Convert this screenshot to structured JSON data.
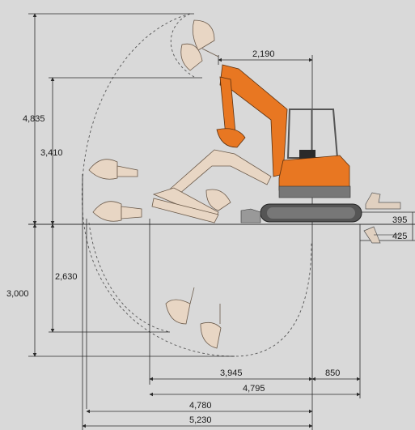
{
  "dimensions": {
    "max_reach_height": "4,835",
    "max_dump_height": "3,410",
    "max_digging_depth": "3,000",
    "vertical_wall_depth": "2,630",
    "boom_offset": "2,190",
    "blade_height": "395",
    "blade_depth": "425",
    "reach_a": "3,945",
    "tail": "850",
    "reach_b": "4,795",
    "reach_c": "4,780",
    "max_reach": "5,230"
  },
  "colors": {
    "background": "#d9d9d9",
    "line": "#2a2a2a",
    "machine_orange": "#e87722",
    "arm_beige": "#e8d6c4"
  }
}
